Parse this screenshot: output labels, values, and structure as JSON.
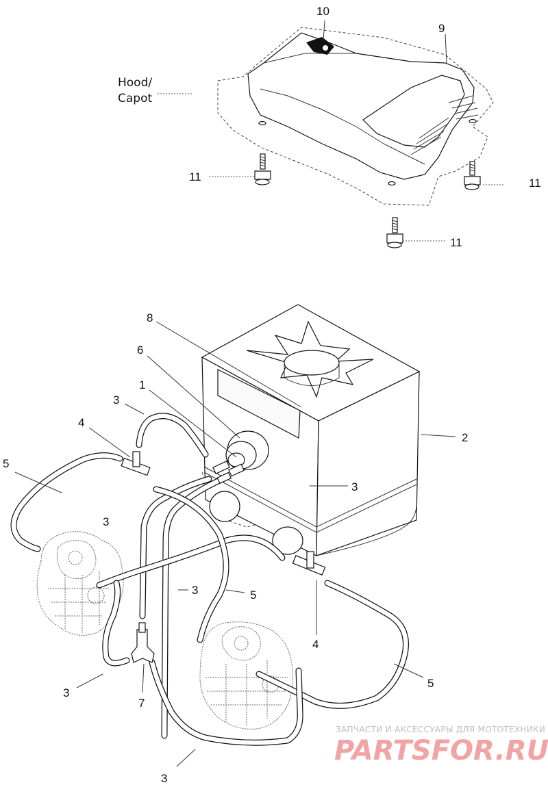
{
  "hood_label": {
    "line1": "Hood/",
    "line2": "Capot"
  },
  "callouts": {
    "c10": "10",
    "c9": "9",
    "c11_left": "11",
    "c11_right": "11",
    "c11_bottom": "11",
    "c8": "8",
    "c6": "6",
    "c1": "1",
    "c2": "2",
    "c3_top": "3",
    "c3_tank": "3",
    "c3_engine": "3",
    "c3_mid": "3",
    "c3_lower_left": "3",
    "c3_bottom": "3",
    "c4_left": "4",
    "c4_right": "4",
    "c5_left": "5",
    "c5_mid": "5",
    "c5_right": "5",
    "c7": "7"
  },
  "watermark": {
    "tagline": "ЗАПЧАСТИ И АКСЕССУАРЫ ДЛЯ МОТОТЕХНИКИ",
    "brand": "PARTSFOR.RU",
    "color": "#f2a3a3"
  }
}
